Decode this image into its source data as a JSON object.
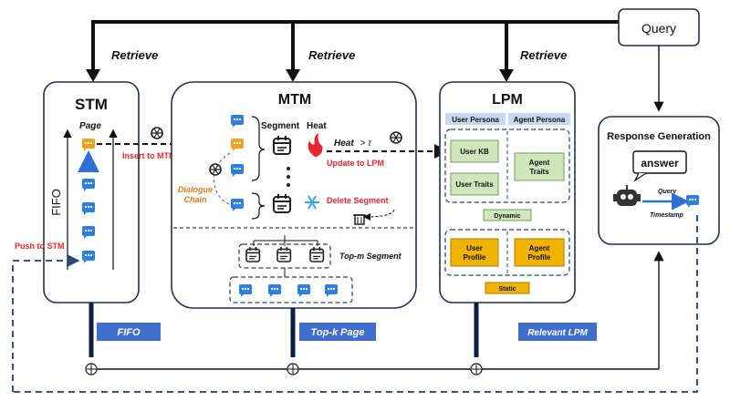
{
  "query": {
    "label": "Query"
  },
  "retrieve_labels": [
    "Retrieve",
    "Retrieve",
    "Retrieve"
  ],
  "stm": {
    "title": "STM",
    "page_label": "Page",
    "fifo_side": "FIFO",
    "insert_label": "Insert to MTM",
    "push_label": "Push to STM"
  },
  "mtm": {
    "title": "MTM",
    "segment_label": "Segment",
    "heat_label": "Heat",
    "heat_condition": "Heat",
    "heat_symbol": "> τ",
    "update_label": "Update to LPM",
    "dialogue_chain": [
      "Dialogue",
      "Chain"
    ],
    "delete_label": "Delete Segment",
    "topm_label": "Top-m Segment"
  },
  "lpm": {
    "title": "LPM",
    "user_persona": "User Persona",
    "agent_persona": "Agent Persona",
    "user_kb": "User KB",
    "user_traits": "User Traits",
    "agent_traits": [
      "Agent",
      "Traits"
    ],
    "dynamic": "Dynamic",
    "user_profile": [
      "User",
      "Profile"
    ],
    "agent_profile": [
      "Agent",
      "Profile"
    ],
    "static": "Static"
  },
  "response": {
    "title": "Response Generation",
    "answer": "answer",
    "query_small": "Query",
    "timestamp": "Timestamp"
  },
  "bottom_labels": {
    "fifo": "FIFO",
    "topk": "Top-k Page",
    "relevant": "Relevant LPM"
  },
  "colors": {
    "chat_blue": "#2f7fe0",
    "chat_orange": "#f2a21e",
    "red": "#e8262b",
    "dash_blue": "#24406e",
    "lpm_header": "#c9d8ee",
    "lpm_green": "#cfe6bd",
    "lpm_orange": "#f0b400",
    "label_bar": "#3f6fcb"
  }
}
